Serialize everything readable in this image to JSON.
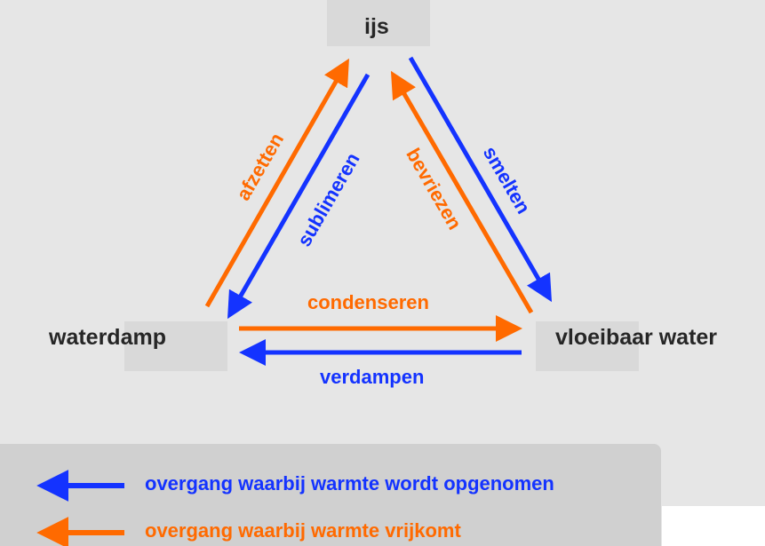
{
  "states": {
    "ice": "ijs",
    "vapor": "waterdamp",
    "liquid": "vloeibaar water"
  },
  "transitions": {
    "deposition": "afzetten",
    "sublimation": "sublimeren",
    "freezing": "bevriezen",
    "melting": "smelten",
    "condensation": "condenseren",
    "evaporation": "verdampen"
  },
  "legend": {
    "absorbed": "overgang waarbij warmte wordt opgenomen",
    "released": "overgang waarbij warmte vrijkomt"
  },
  "colors": {
    "absorbed": "#1433ff",
    "released": "#ff6a00"
  }
}
